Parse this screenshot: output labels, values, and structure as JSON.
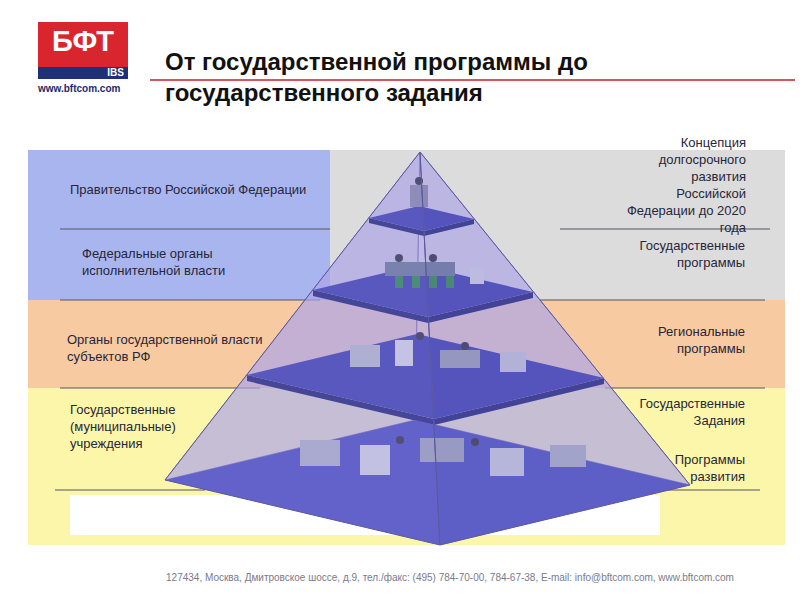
{
  "diagram": {
    "title": "От государственной программы до государственного задания",
    "nodes": [
      {
        "text": [
          "Правительство Российской Федерации"
        ]
      },
      {
        "text": [
          "Концепция долгосрочного развития Российской Федерации до 2020 года"
        ]
      },
      {
        "text": [
          "Федеральные органы исполнительной власти"
        ]
      },
      {
        "text": [
          "Государственные программы"
        ]
      },
      {
        "text": [
          "Органы государственной власти субъектов РФ"
        ]
      },
      {
        "text": [
          "Региональные программы"
        ]
      },
      {
        "text": [
          "Государственные (муниципальные) учреждения"
        ]
      },
      {
        "text": [
          "Государственные Задания"
        ]
      },
      {
        "text": [
          "Программы развития"
        ]
      }
    ],
    "labels": [
      "БФТ",
      "IBS",
      "www.bftcom.com",
      "127434, Москва, Дмитровское шоссе, д.9, тел./факс: (495) 784-70-00, 784-67-38, E-mail: info@bftcom.com, www.bftcom.com"
    ]
  }
}
